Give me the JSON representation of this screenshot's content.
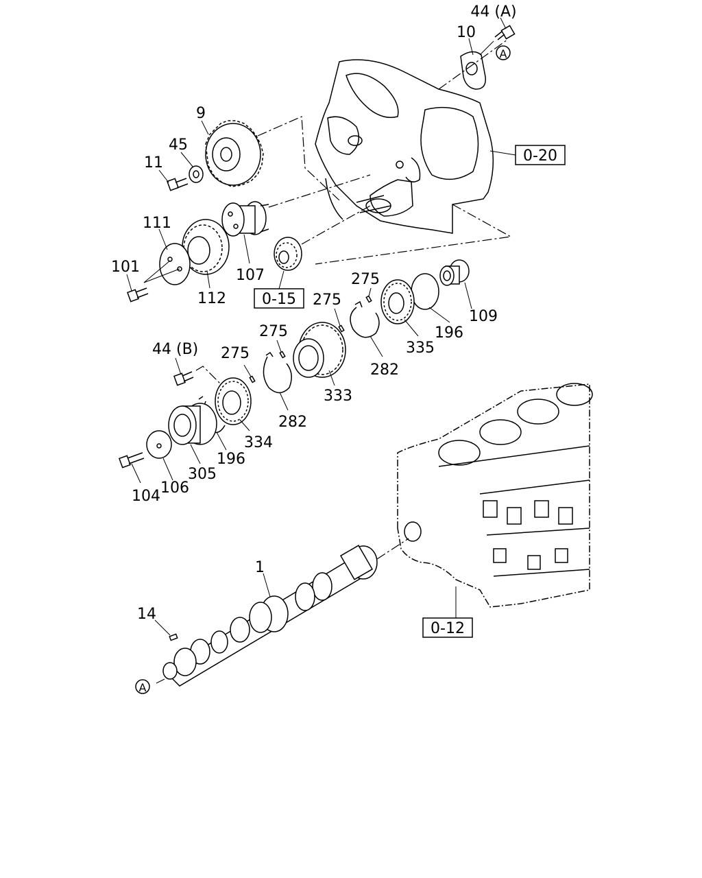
{
  "callouts": {
    "c44a": "44 (A)",
    "c10": "10",
    "c9": "9",
    "c45": "45",
    "c11": "11",
    "c111": "111",
    "c101": "101",
    "c112": "112",
    "c107": "107",
    "c275a": "275",
    "c275b": "275",
    "c275c": "275",
    "c275d": "275",
    "c109": "109",
    "c196a": "196",
    "c335": "335",
    "c282a": "282",
    "c44b": "44 (B)",
    "c333": "333",
    "c282b": "282",
    "c334": "334",
    "c196b": "196",
    "c305": "305",
    "c106": "106",
    "c104": "104",
    "c1": "1",
    "c14": "14"
  },
  "references": {
    "r020": "0-20",
    "r015": "0-15",
    "r012": "0-12"
  },
  "markers": {
    "a_top": "A",
    "a_bottom": "A"
  }
}
